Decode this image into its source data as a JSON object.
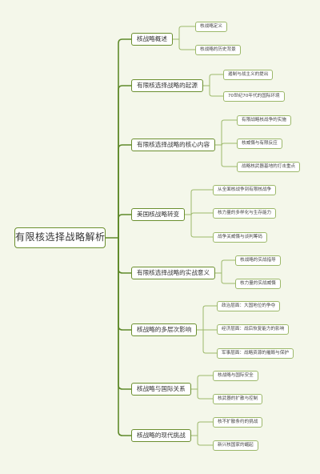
{
  "colors": {
    "background": "#f4f7ea",
    "branch_line": "#5f8a2a",
    "sub_line": "#9cb86a",
    "node_border": "#6b8f2f"
  },
  "root": {
    "label": "有限核选择战略解析"
  },
  "branches": [
    {
      "label": "核战略概述",
      "children": [
        "核战略定义",
        "核战略的历史背景"
      ]
    },
    {
      "label": "有限核选择战略的起源",
      "children": [
        "遏制与战主义的提出",
        "70世纪70年代的国际环境"
      ]
    },
    {
      "label": "有限核选择战略的核心内容",
      "children": [
        "有限战略核战争的实施",
        "核威慑与有限反应",
        "战略核武器基地的打击重点"
      ]
    },
    {
      "label": "美国核战略转变",
      "children": [
        "从全面核战争到有限核战争",
        "核力量的多样化与生存能力",
        "战争关威慑与谈判筹码"
      ]
    },
    {
      "label": "有限核选择战略的实战意义",
      "children": [
        "核战略的实战指导",
        "核力量的实战威慑"
      ]
    },
    {
      "label": "核战略的多层次影响",
      "children": [
        "政治层面：大国地位的争夺",
        "经济层面：战后恢复能力的影响",
        "军事层面：战略资源的摧毁与保护"
      ]
    },
    {
      "label": "核战略与国际关系",
      "children": [
        "核战略与国际安全",
        "核武器的扩散与控制"
      ]
    },
    {
      "label": "核战略的现代挑战",
      "children": [
        "核不扩散条约的挑战",
        "新兴核国家的崛起"
      ]
    }
  ]
}
